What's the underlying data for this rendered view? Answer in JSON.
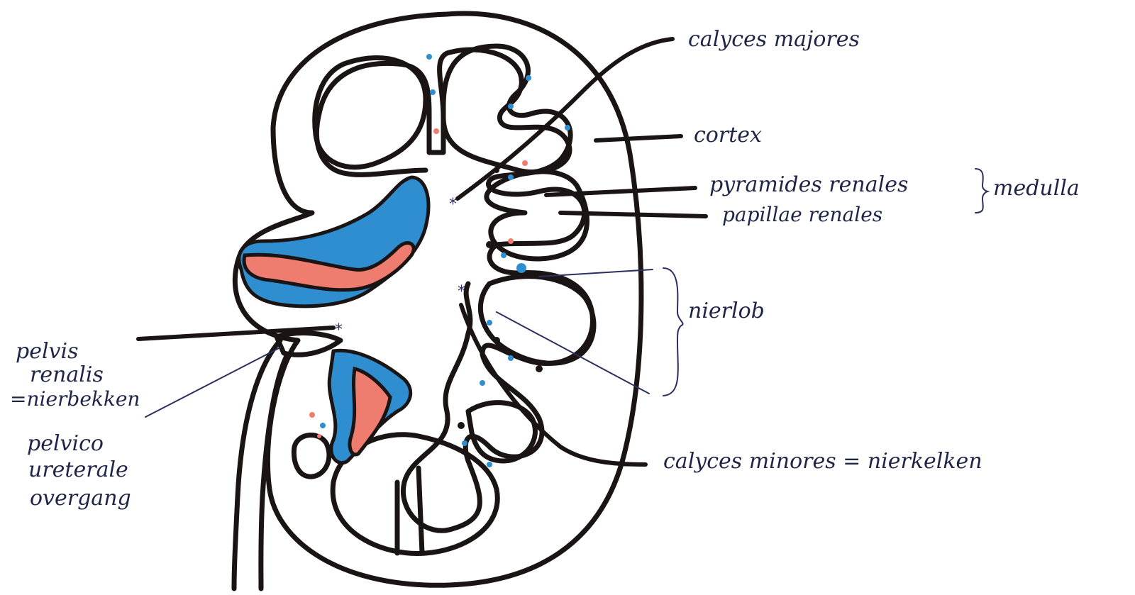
{
  "labels": {
    "calyces_majores": "calyces majores",
    "cortex": "cortex",
    "pyramides_renales": "pyramides renales",
    "papillae_renales": "papillae renales",
    "medulla": "medulla",
    "nierlob": "nierlob",
    "pelvis_line1": "pelvis",
    "pelvis_line2": "renalis",
    "pelvis_line3": "=nierbekken",
    "pelvico_line1": "pelvico",
    "pelvico_line2": "ureterale",
    "pelvico_line3": "overgang",
    "calyces_minores": "calyces minores = nierkelken"
  },
  "markers": {
    "asterisk": "*"
  },
  "colors": {
    "ink": "#1a1414",
    "label_ink": "#1f2547",
    "vein_blue": "#2e8ed0",
    "artery_red": "#ee7d70"
  }
}
